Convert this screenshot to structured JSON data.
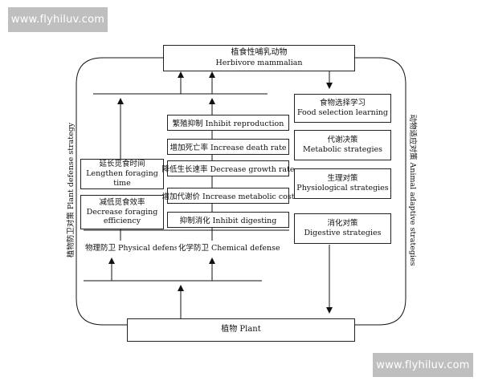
{
  "watermark": {
    "top_text": "www.flyhiluv.com",
    "bottom_text": "www.flyhiluv.com"
  },
  "top_box": {
    "zh": "植食性哺乳动物",
    "en": "Herbivore mammalian"
  },
  "bottom_box": {
    "text": "植物 Plant"
  },
  "left_boxes": {
    "lengthen": {
      "zh": "延长觅食时间",
      "en": "Lengthen foraging time"
    },
    "decrease": {
      "zh": "减低觅食效率",
      "en": "Decrease foraging",
      "en2": "efficiency"
    }
  },
  "middle_boxes": [
    {
      "text": "繁殖抑制 Inhibit reproduction"
    },
    {
      "text": "增加死亡率 Increase death rate"
    },
    {
      "text": "降低生长速率 Decrease growth rate"
    },
    {
      "text": "增加代谢价 Increase metabolic cost"
    },
    {
      "text": "抑制消化 Inhibit digesting"
    }
  ],
  "right_boxes": [
    {
      "zh": "食物选择学习",
      "en": "Food selection learning"
    },
    {
      "zh": "代谢决策",
      "en": "Metabolic strategies"
    },
    {
      "zh": "生理对策",
      "en": "Physiological strategies"
    },
    {
      "zh": "消化对策",
      "en": "Digestive strategies"
    }
  ],
  "labels": {
    "physical": "物理防卫 Physical defense",
    "chemical": "化学防卫 Chemical defense"
  },
  "side_labels": {
    "left": "植物防卫对策 Plant defense strategy",
    "right": "动物适应对策 Animal adaptive strategies"
  }
}
